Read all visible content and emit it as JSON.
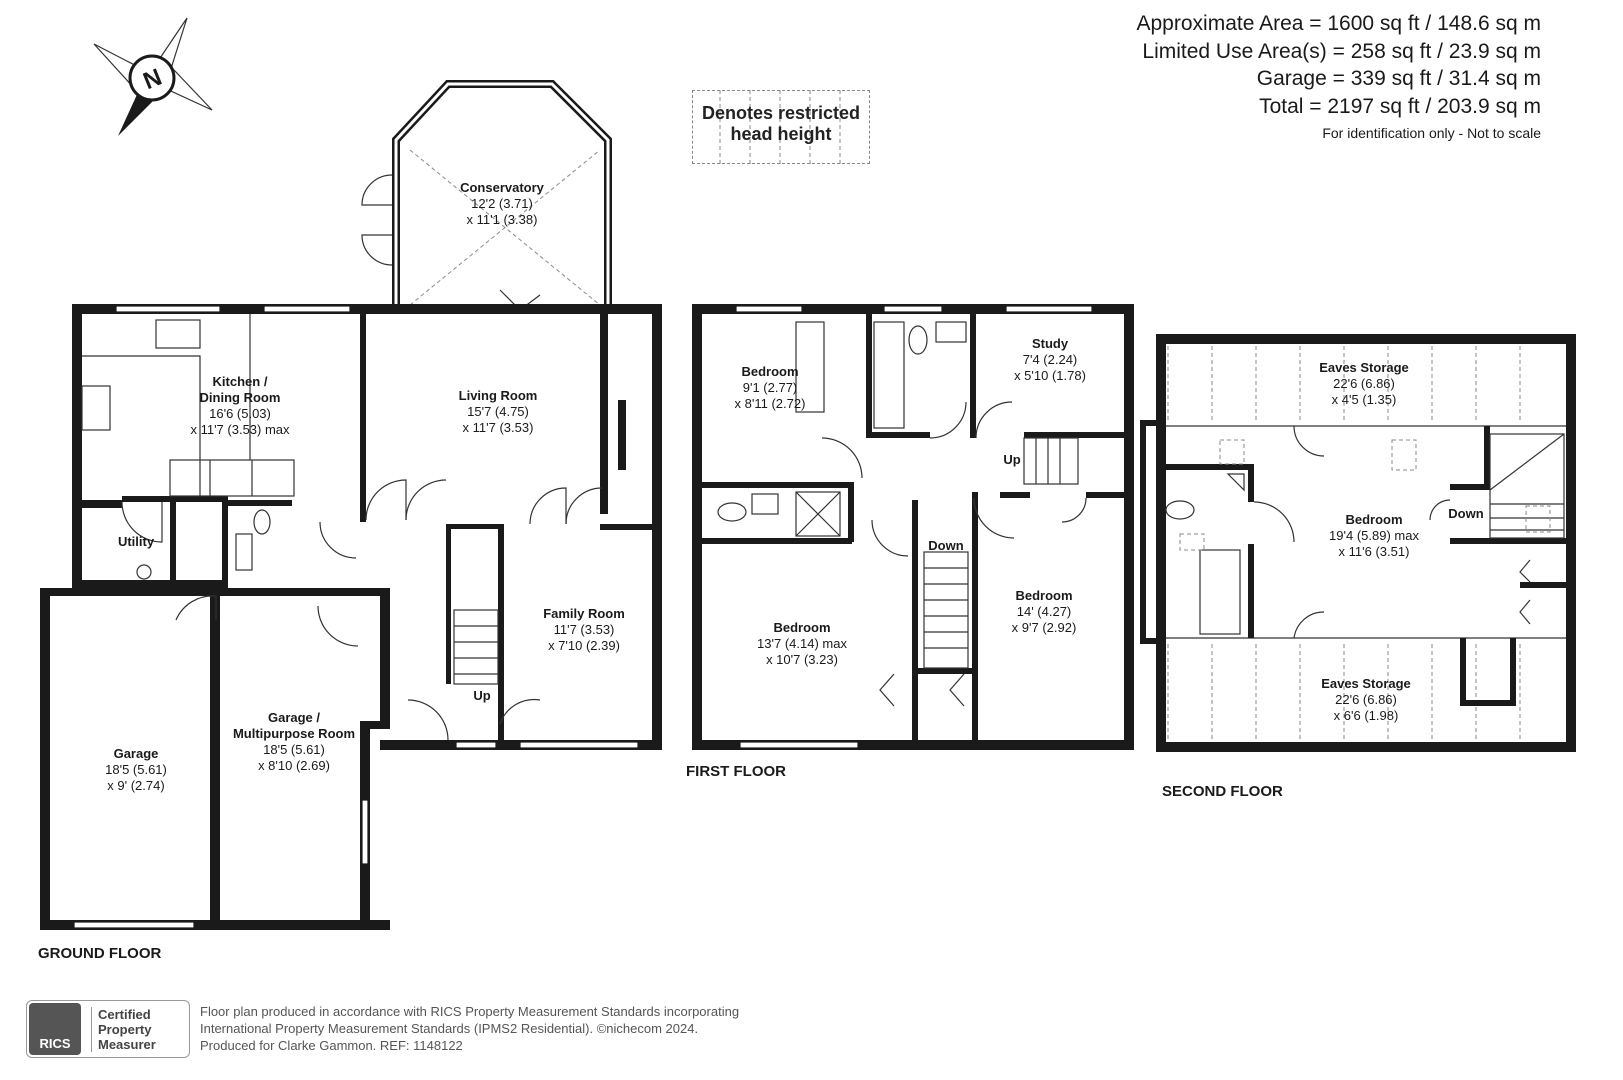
{
  "areas": {
    "approximate": "Approximate Area = 1600 sq ft / 148.6 sq m",
    "limited": "Limited Use Area(s) = 258 sq ft / 23.9 sq m",
    "garage": "Garage = 339 sq ft / 31.4 sq m",
    "total": "Total = 2197 sq ft / 203.9 sq m",
    "note": "For identification only - Not to scale"
  },
  "key": {
    "line1": "Denotes restricted",
    "line2": "head height"
  },
  "compass": {
    "letter": "N"
  },
  "floors": {
    "ground": "GROUND FLOOR",
    "first": "FIRST FLOOR",
    "second": "SECOND FLOOR"
  },
  "rooms": {
    "conservatory": {
      "name": "Conservatory",
      "d1": "12'2 (3.71)",
      "d2": "x 11'1 (3.38)"
    },
    "kitchen": {
      "name1": "Kitchen /",
      "name2": "Dining Room",
      "d1": "16'6 (5.03)",
      "d2": "x 11'7 (3.53) max"
    },
    "living": {
      "name": "Living Room",
      "d1": "15'7 (4.75)",
      "d2": "x 11'7 (3.53)"
    },
    "utility": {
      "name": "Utility"
    },
    "family": {
      "name": "Family Room",
      "d1": "11'7 (3.53)",
      "d2": "x 7'10 (2.39)"
    },
    "garage_multi": {
      "name1": "Garage /",
      "name2": "Multipurpose Room",
      "d1": "18'5 (5.61)",
      "d2": "x 8'10 (2.69)"
    },
    "garage": {
      "name": "Garage",
      "d1": "18'5 (5.61)",
      "d2": "x 9' (2.74)"
    },
    "ground_up": "Up",
    "bed1": {
      "name": "Bedroom",
      "d1": "9'1 (2.77)",
      "d2": "x 8'11 (2.72)"
    },
    "study": {
      "name": "Study",
      "d1": "7'4 (2.24)",
      "d2": "x 5'10 (1.78)"
    },
    "first_up": "Up",
    "first_down": "Down",
    "bed2": {
      "name": "Bedroom",
      "d1": "13'7 (4.14) max",
      "d2": "x 10'7 (3.23)"
    },
    "bed3": {
      "name": "Bedroom",
      "d1": "14' (4.27)",
      "d2": "x 9'7 (2.92)"
    },
    "eaves1": {
      "name": "Eaves Storage",
      "d1": "22'6 (6.86)",
      "d2": "x 4'5 (1.35)"
    },
    "bed4": {
      "name": "Bedroom",
      "d1": "19'4 (5.89) max",
      "d2": "x 11'6 (3.51)"
    },
    "second_down": "Down",
    "eaves2": {
      "name": "Eaves Storage",
      "d1": "22'6 (6.86)",
      "d2": "x 6'6 (1.98)"
    }
  },
  "rics": {
    "logo": "RICS",
    "l1": "Certified",
    "l2": "Property",
    "l3": "Measurer"
  },
  "footer": {
    "line1": "Floor plan produced in accordance with RICS Property Measurement Standards incorporating",
    "line2": "International Property Measurement Standards (IPMS2 Residential).  ©nichecom 2024.",
    "line3": "Produced for Clarke Gammon.   REF: 1148122"
  }
}
